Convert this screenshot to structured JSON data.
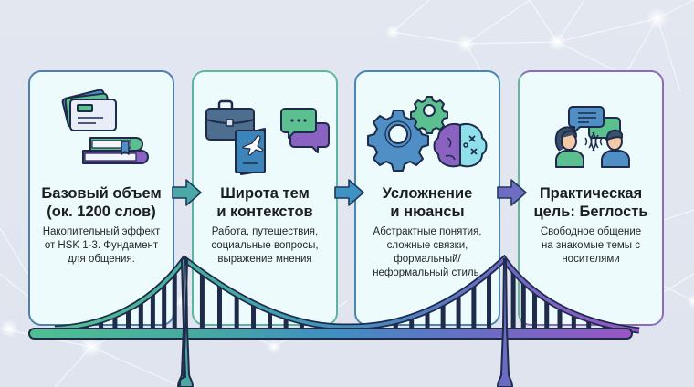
{
  "diagram": {
    "stages": [
      {
        "title_line1": "Базовый объем",
        "title_line2": "(ок. 1200 слов)",
        "desc_line1": "Накопительный эффект",
        "desc_line2": "от HSK 1-3. Фундамент",
        "desc_line3": "для общения.",
        "icon": "flashcards-books-icon"
      },
      {
        "title_line1": "Широта тем",
        "title_line2": "и контекстов",
        "desc_line1": "Работа, путешествия,",
        "desc_line2": "социальные вопросы,",
        "desc_line3": "выражение мнения",
        "icon": "briefcase-passport-chat-icon"
      },
      {
        "title_line1": "Усложнение",
        "title_line2": "и нюансы",
        "desc_line1": "Абстрактные понятия,",
        "desc_line2": "сложные связки,",
        "desc_line3": "формальный/",
        "desc_line4": "неформальный стиль.",
        "icon": "gears-brain-icon"
      },
      {
        "title_line1": "Практическая",
        "title_line2": "цель: Беглость",
        "desc_line1": "Свободное общение",
        "desc_line2": "на знакомые темы с",
        "desc_line3": "носителями",
        "icon": "conversation-people-icon"
      }
    ],
    "colors": {
      "teal": "#4fb6a0",
      "blue": "#3f8fbf",
      "purple": "#8a5cc4",
      "outline": "#1e2b4a",
      "card_bg": "#eefbfc"
    }
  }
}
